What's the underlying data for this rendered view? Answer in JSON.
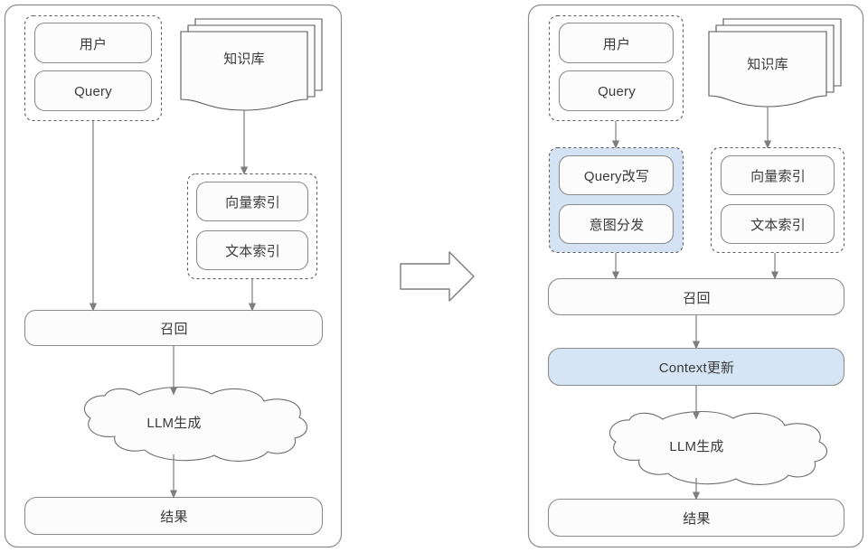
{
  "diagram": {
    "title_note": "RAG pipeline comparison: basic flow (left) vs enhanced flow with Query rewrite / intent dispatch / context update (right)",
    "colors": {
      "stroke": "#8c8c8c",
      "text": "#3a3a3a",
      "panel_border": "#8c8c8c",
      "dashed_border": "#5a5a5a",
      "highlight_fill": "#d3e3f3",
      "highlight_border": "#9dbde0",
      "box_fill": "#fcfcfc",
      "background": "#ffffff"
    },
    "panels": [
      {
        "id": "left-panel",
        "name": "basic-rag-flow",
        "groups": [
          {
            "id": "left-user-group",
            "style": "dashed",
            "items": [
              {
                "id": "left-user",
                "label": "用户"
              },
              {
                "id": "left-query",
                "label": "Query"
              }
            ]
          },
          {
            "id": "left-index-group",
            "style": "dashed",
            "items": [
              {
                "id": "left-vector-index",
                "label": "向量索引"
              },
              {
                "id": "left-text-index",
                "label": "文本索引"
              }
            ]
          }
        ],
        "nodes": [
          {
            "id": "left-kb",
            "label": "知识库",
            "shape": "document-stack"
          },
          {
            "id": "left-recall",
            "label": "召回",
            "shape": "rounded-rect"
          },
          {
            "id": "left-llm",
            "label": "LLM生成",
            "shape": "cloud"
          },
          {
            "id": "left-result",
            "label": "结果",
            "shape": "rounded-rect"
          }
        ],
        "edges": [
          {
            "from": "left-query",
            "to": "left-recall"
          },
          {
            "from": "left-kb",
            "to": "left-index-group"
          },
          {
            "from": "left-index-group",
            "to": "left-recall"
          },
          {
            "from": "left-recall",
            "to": "left-llm"
          },
          {
            "from": "left-llm",
            "to": "left-result"
          }
        ]
      },
      {
        "id": "right-panel",
        "name": "enhanced-rag-flow",
        "groups": [
          {
            "id": "right-user-group",
            "style": "dashed",
            "items": [
              {
                "id": "right-user",
                "label": "用户"
              },
              {
                "id": "right-query",
                "label": "Query"
              }
            ]
          },
          {
            "id": "right-rewrite-group",
            "style": "dashed-highlighted",
            "highlighted": true,
            "items": [
              {
                "id": "right-query-rewrite",
                "label": "Query改写"
              },
              {
                "id": "right-intent-dispatch",
                "label": "意图分发"
              }
            ]
          },
          {
            "id": "right-index-group",
            "style": "dashed",
            "items": [
              {
                "id": "right-vector-index",
                "label": "向量索引"
              },
              {
                "id": "right-text-index",
                "label": "文本索引"
              }
            ]
          }
        ],
        "nodes": [
          {
            "id": "right-kb",
            "label": "知识库",
            "shape": "document-stack"
          },
          {
            "id": "right-recall",
            "label": "召回",
            "shape": "rounded-rect"
          },
          {
            "id": "right-context-update",
            "label": "Context更新",
            "shape": "rounded-rect",
            "highlighted": true
          },
          {
            "id": "right-llm",
            "label": "LLM生成",
            "shape": "cloud"
          },
          {
            "id": "right-result",
            "label": "结果",
            "shape": "rounded-rect"
          }
        ],
        "edges": [
          {
            "from": "right-query",
            "to": "right-rewrite-group"
          },
          {
            "from": "right-rewrite-group",
            "to": "right-recall"
          },
          {
            "from": "right-kb",
            "to": "right-index-group"
          },
          {
            "from": "right-index-group",
            "to": "right-recall"
          },
          {
            "from": "right-recall",
            "to": "right-context-update"
          },
          {
            "from": "right-context-update",
            "to": "right-llm"
          },
          {
            "from": "right-llm",
            "to": "right-result"
          }
        ]
      }
    ],
    "transition": {
      "id": "evolution-arrow",
      "name": "block-arrow-right",
      "label": ""
    }
  }
}
